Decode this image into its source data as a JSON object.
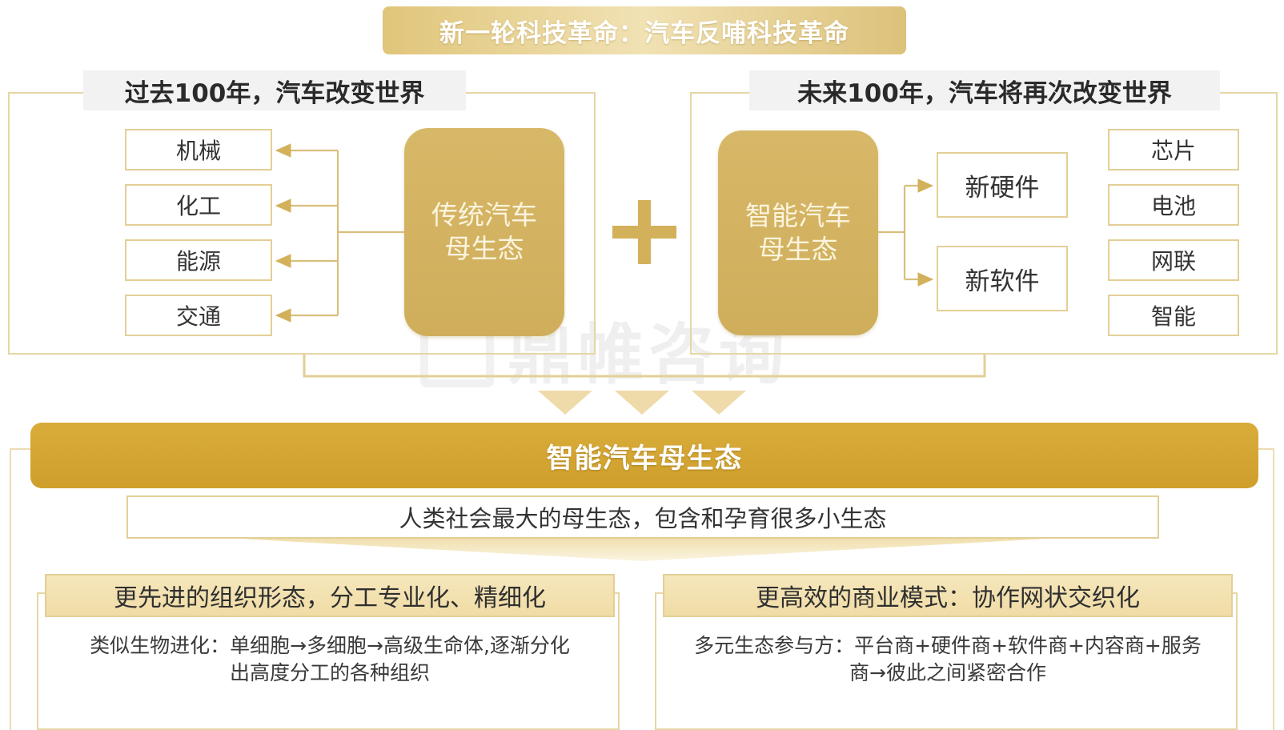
{
  "top_banner": {
    "title": "新一轮科技革命：汽车反哺科技革命"
  },
  "left_panel": {
    "header": "过去100年，汽车改变世界",
    "items": [
      "机械",
      "化工",
      "能源",
      "交通"
    ],
    "center_box": {
      "line1": "传统汽车",
      "line2": "母生态"
    }
  },
  "right_panel": {
    "header": "未来100年，汽车将再次改变世界",
    "center_box": {
      "line1": "智能汽车",
      "line2": "母生态"
    },
    "middle_items": [
      "新硬件",
      "新软件"
    ],
    "right_items": [
      "芯片",
      "电池",
      "网联",
      "智能"
    ]
  },
  "plus_sign": {
    "icon": "plus-icon",
    "color": "#d3b15b"
  },
  "main_banner": {
    "title": "智能汽车母生态"
  },
  "sub_banner": {
    "text": "人类社会最大的母生态，包含和孕育很多小生态"
  },
  "bottom_left": {
    "header": "更先进的组织形态，分工专业化、精细化",
    "line1": "类似生物进化：单细胞→多细胞→高级生命体,逐渐分化",
    "line2": "出高度分工的各种组织"
  },
  "bottom_right": {
    "header": "更高效的商业模式：协作网状交织化",
    "line1": "多元生态参与方：平台商+硬件商+软件商+内容商+服务",
    "line2": "商→彼此之间紧密合作"
  },
  "watermark": {
    "text": "鼎帷咨询"
  },
  "colors": {
    "gold": "#d3b15b",
    "gold_dark": "#cf9f2c",
    "border": "#e3cf96",
    "header_gray": "#f2f2f2"
  }
}
